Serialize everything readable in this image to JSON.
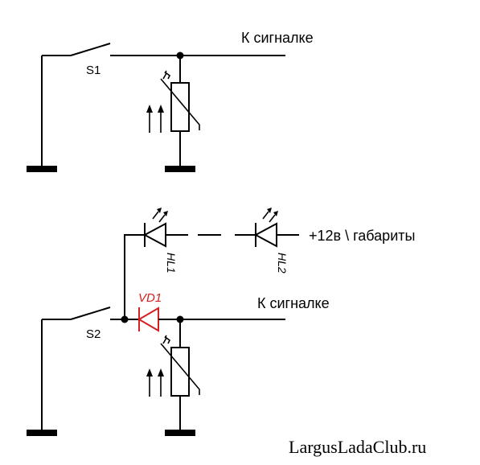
{
  "circuit_top": {
    "switch_label": "S1",
    "output_label": "К сигналке"
  },
  "circuit_bottom": {
    "switch_label": "S2",
    "output_label": "К сигналке",
    "diode_label": "VD1",
    "led1_label": "HL1",
    "led2_label": "HL2",
    "supply_label": "+12в \\ габариты"
  },
  "colors": {
    "wire": "#000000",
    "diode_highlight": "#d42020"
  },
  "watermark": "LargusLadaClub.ru"
}
